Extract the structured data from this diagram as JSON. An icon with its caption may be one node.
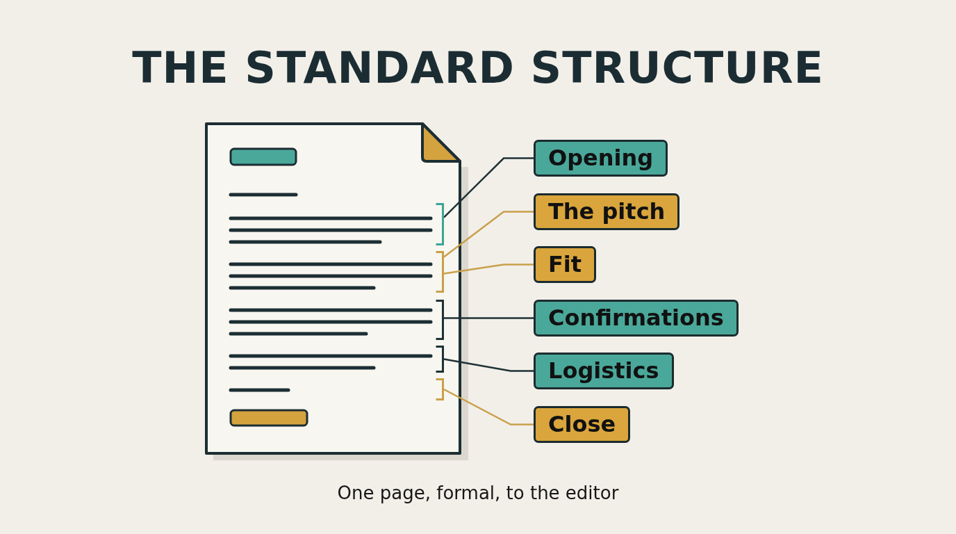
{
  "diagram": {
    "title": "THE STANDARD STRUCTURE",
    "caption": "One page, formal, to the editor",
    "nodes": [
      {
        "text": [
          "Opening"
        ]
      },
      {
        "text": [
          "The pitch"
        ]
      },
      {
        "text": [
          "Fit"
        ]
      },
      {
        "text": [
          "Confirmations"
        ]
      },
      {
        "text": [
          "Logistics"
        ]
      },
      {
        "text": [
          "Close"
        ]
      },
      {
        "text": [],
        "shape": "bracket"
      },
      {
        "text": [],
        "shape": "bracket"
      },
      {
        "text": [],
        "shape": "bracket"
      },
      {
        "text": [],
        "shape": "bracket"
      },
      {
        "text": [],
        "shape": "bracket"
      }
    ],
    "edges": [
      {
        "from": 0,
        "to": 6,
        "arrow": "none"
      },
      {
        "from": 1,
        "to": 7,
        "arrow": "none",
        "color": "#c9a04a"
      },
      {
        "from": 2,
        "to": 7,
        "arrow": "none",
        "color": "#c9a04a"
      },
      {
        "from": 3,
        "to": 8,
        "arrow": "none"
      },
      {
        "from": 4,
        "to": 9,
        "arrow": "none"
      },
      {
        "from": 5,
        "to": 10,
        "arrow": "none",
        "color": "#c9a04a"
      }
    ]
  }
}
